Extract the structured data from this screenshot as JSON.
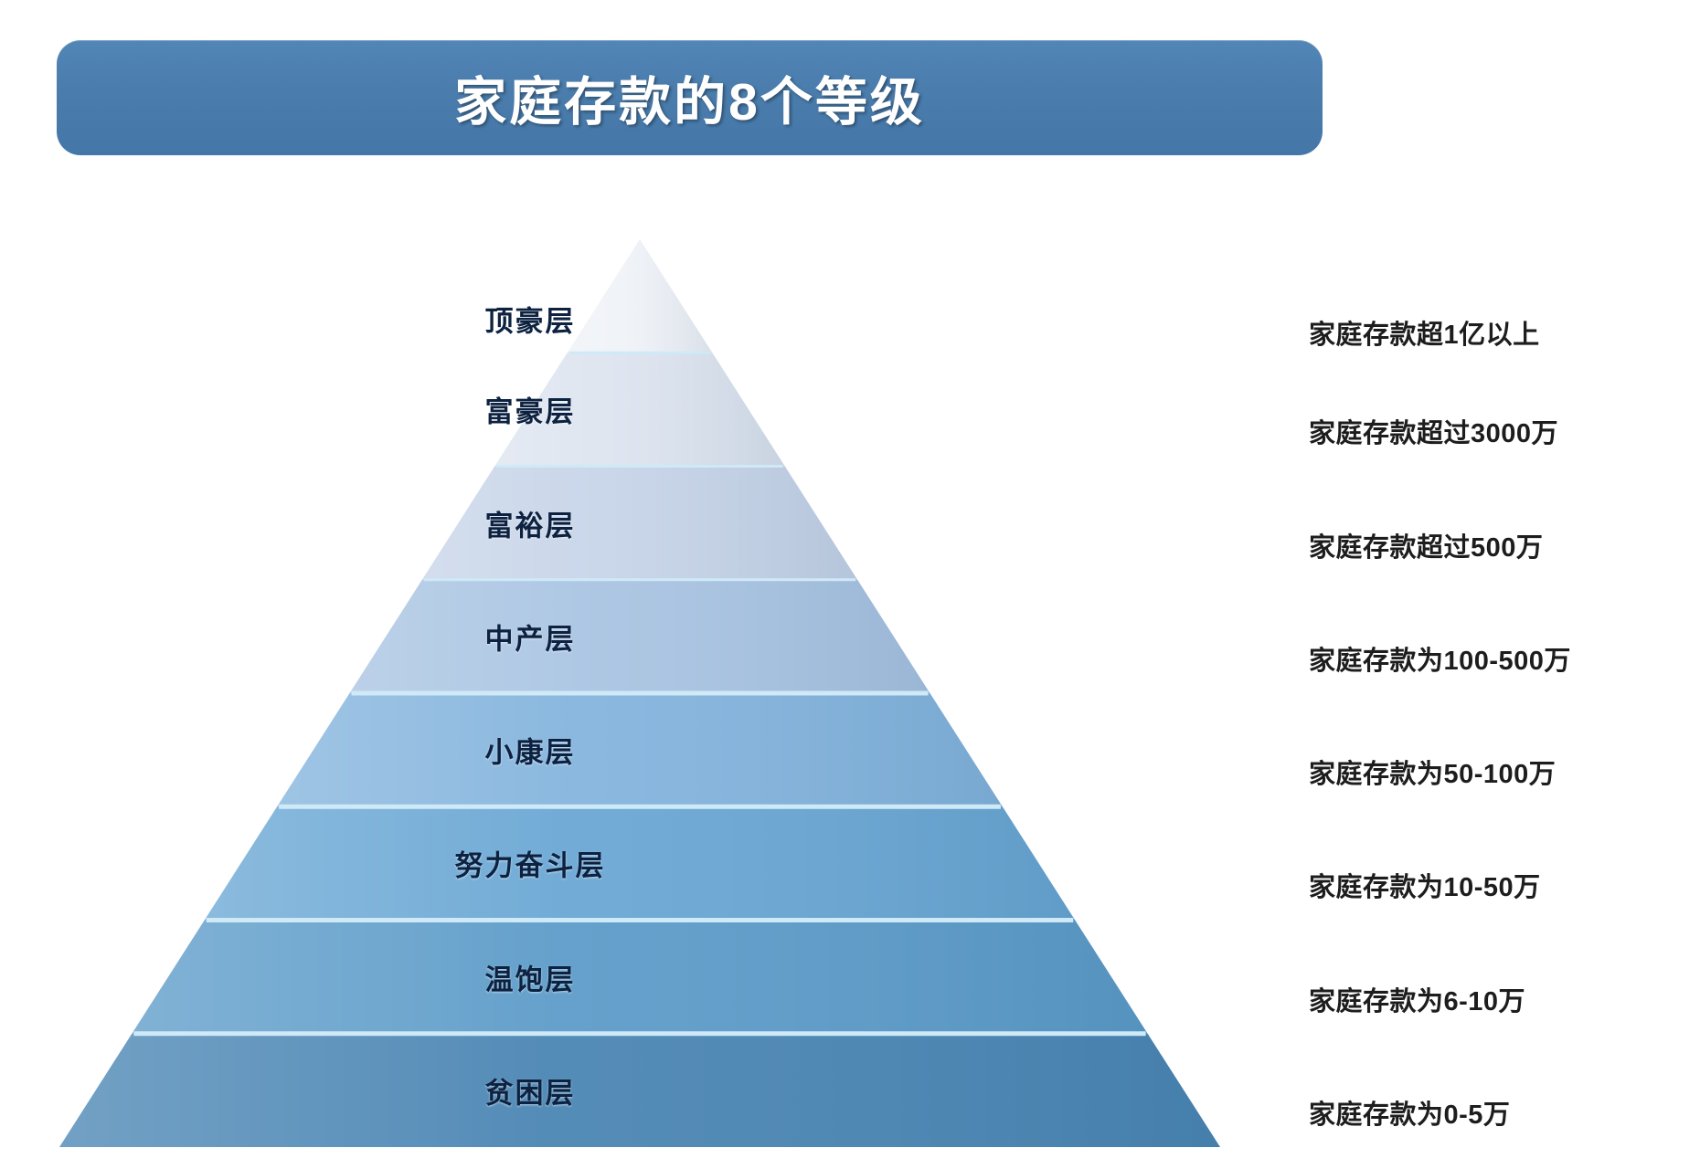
{
  "header": {
    "title": "家庭存款的8个等级",
    "banner_color": "#4a7cac",
    "title_color": "#ffffff"
  },
  "chart_data": {
    "type": "pyramid",
    "title": "家庭存款的8个等级",
    "legend_position": "right",
    "categories": [
      "顶豪层",
      "富豪层",
      "富裕层",
      "中产层",
      "小康层",
      "努力奋斗层",
      "温饱层",
      "贫困层"
    ],
    "values": [
      "家庭存款超1亿以上",
      "家庭存款超过3000万",
      "家庭存款超过500万",
      "家庭存款为100-500万",
      "家庭存款为50-100万",
      "家庭存款为10-50万",
      "家庭存款为6-10万",
      "家庭存款为0-5万"
    ],
    "tier_colors": [
      "#eff2f7",
      "#dde4ef",
      "#c7d4e8",
      "#a9c4e2",
      "#84b4dd",
      "#6aa7d4",
      "#5d9cc9",
      "#4b86b4"
    ],
    "divider_color": "#cfe9f7"
  },
  "pyramid": {
    "tiers": [
      {
        "label": "顶豪层",
        "note": "家庭存款超1亿以上",
        "color": "#eff2f7"
      },
      {
        "label": "富豪层",
        "note": "家庭存款超过3000万",
        "color": "#dde4ef"
      },
      {
        "label": "富裕层",
        "note": "家庭存款超过500万",
        "color": "#c7d4e8"
      },
      {
        "label": "中产层",
        "note": "家庭存款为100-500万",
        "color": "#a9c4e2"
      },
      {
        "label": "小康层",
        "note": "家庭存款为50-100万",
        "color": "#84b4dd"
      },
      {
        "label": "努力奋斗层",
        "note": "家庭存款为10-50万",
        "color": "#6aa7d4"
      },
      {
        "label": "温饱层",
        "note": "家庭存款为6-10万",
        "color": "#5d9cc9"
      },
      {
        "label": "贫困层",
        "note": "家庭存款为0-5万",
        "color": "#4b86b4"
      }
    ]
  }
}
